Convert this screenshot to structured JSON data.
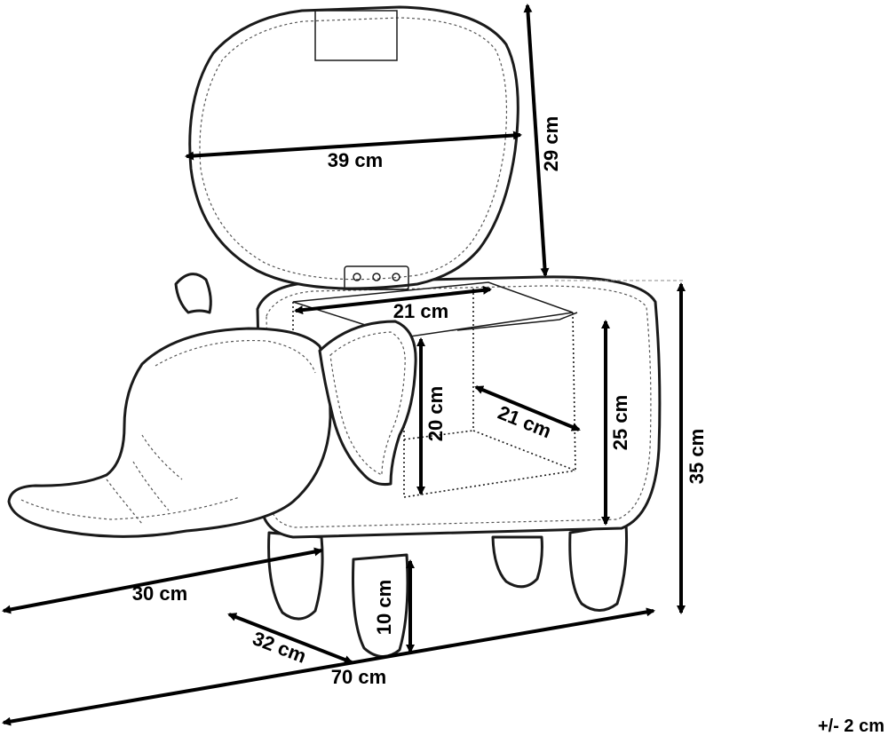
{
  "diagram": {
    "product": "storage-stool",
    "tolerance": "+/- 2 cm",
    "dimensions": {
      "lid_width": "39 cm",
      "lid_height": "29 cm",
      "box_width": "21 cm",
      "box_depth": "21 cm",
      "box_height": "20 cm",
      "body_height": "25 cm",
      "total_height": "35 cm",
      "leg_height": "10 cm",
      "head_length": "30 cm",
      "depth": "32 cm",
      "total_length": "70 cm"
    }
  }
}
